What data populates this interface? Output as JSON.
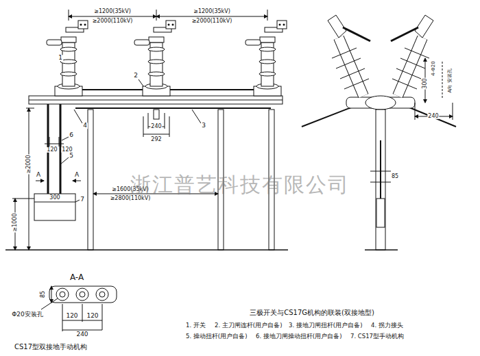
{
  "diagram": {
    "caption": "三极开关与CS17G机构的联装(双接地型)",
    "labels": [
      "≥1200(35kV)",
      "≥2000(110kV)",
      "≥1200(35kV)",
      "≥2000(110kV)",
      "1",
      "2",
      "3",
      "4",
      "240",
      "292",
      "6",
      "120",
      "120",
      "5",
      "≥2000",
      "A",
      "A",
      "300",
      "7",
      "≥1600(35kV)",
      "≥2800(110kV)",
      "≥1000",
      "4-Φ20",
      "300",
      "A向 安装孔",
      "240",
      "85",
      "浙江普艺科技有限公司",
      "A-A",
      "85",
      "Φ20安装孔",
      "120",
      "120",
      "240",
      "CS17型双接地手动机构",
      "1. 开关",
      "2. 主刀闸连杆(用户自备)",
      "3. 接地刀闸扭杆(用户自备)",
      "4. 拐力接头",
      "5. 操动扭杆(用户自备)",
      "6. 接地刀闸操动扭杆(用户自备)",
      "7. CS17型手动机构"
    ]
  }
}
